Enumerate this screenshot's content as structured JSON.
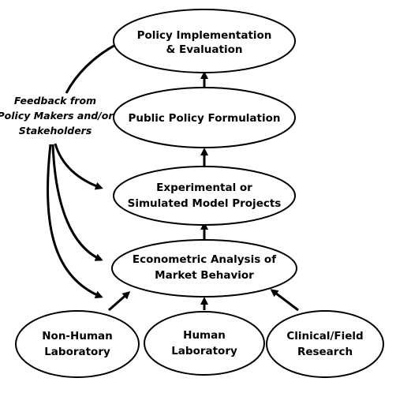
{
  "nodes": {
    "policy_impl": {
      "lines": [
        "Policy Implementation",
        "& Evaluation"
      ]
    },
    "formulation": {
      "lines": [
        "Public Policy Formulation"
      ]
    },
    "experimental": {
      "lines": [
        "Experimental or",
        "Simulated Model Projects"
      ]
    },
    "econometric": {
      "lines": [
        "Econometric Analysis of",
        "Market Behavior"
      ]
    },
    "nonhuman": {
      "lines": [
        "Non-Human",
        "Laboratory"
      ]
    },
    "human": {
      "lines": [
        "Human",
        "Laboratory"
      ]
    },
    "clinical": {
      "lines": [
        "Clinical/Field",
        "Research"
      ]
    }
  },
  "feedback": {
    "lines": [
      "Feedback from",
      "Policy Makers and/or",
      "Stakeholders"
    ]
  },
  "colors": {
    "stroke": "#000000",
    "fill": "#ffffff",
    "text": "#000000"
  }
}
